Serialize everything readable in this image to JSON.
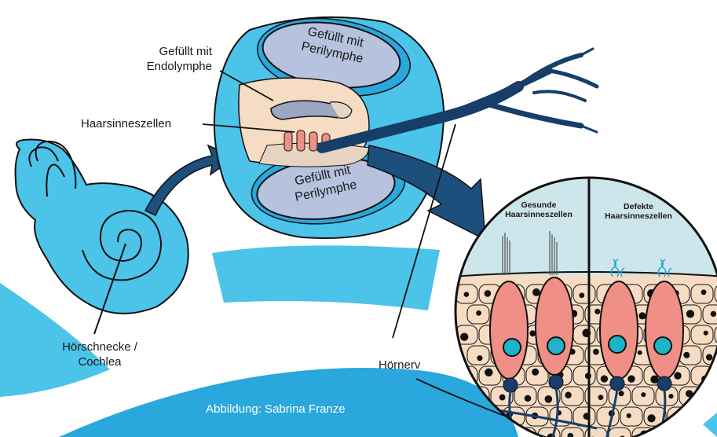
{
  "labels": {
    "endolymph": [
      "Gefüllt mit",
      "Endolymphe"
    ],
    "perilymph_top": [
      "Gefüllt mit",
      "Perilymphe"
    ],
    "perilymph_bottom": [
      "Gefüllt mit",
      "Perilymphe"
    ],
    "hair_cells": "Haarsinneszellen",
    "cochlea": [
      "Hörschnecke /",
      "Cochlea"
    ],
    "auditory_nerve": "Hörnerv",
    "healthy": [
      "Gesunde",
      "Haarsinneszellen"
    ],
    "defective": [
      "Defekte",
      "Haarsinneszellen"
    ]
  },
  "credit": "Abbildung: Sabrina Franze",
  "colors": {
    "light_blue": "#4cc3e8",
    "mid_blue": "#2aa7dc",
    "dark_blue": "#1d4f7c",
    "navy": "#173e68",
    "lavender": "#b6c2de",
    "tissue": "#f6dcc3",
    "cell_pink": "#ef8f86",
    "nucleus": "#1fb3c9"
  }
}
